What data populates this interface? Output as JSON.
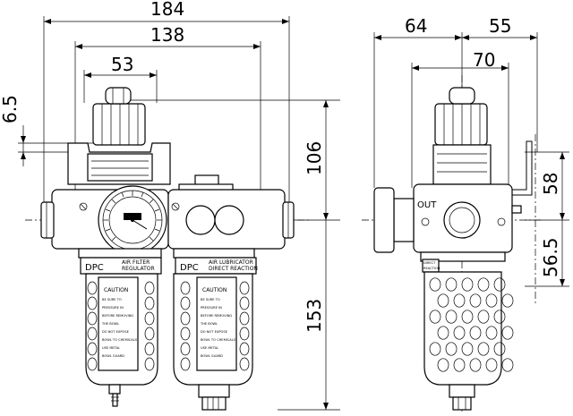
{
  "dimensions": {
    "overall_width": "184",
    "body_width": "138",
    "knob_width": "53",
    "knob_offset": "6.5",
    "upper_height": "106",
    "lower_height": "153",
    "side_depth": "64",
    "side_bracket": "55",
    "side_port_span": "70",
    "side_upper": "58",
    "side_lower": "56.5"
  },
  "labels": {
    "brand_left": "DPC",
    "brand_right": "DPC",
    "left_unit_line1": "AIR   FILTER",
    "left_unit_line2": "REGULATOR",
    "right_unit_line1": "AIR   LUBRICATOR",
    "right_unit_line2": "DIRECT  REACTION",
    "caution_left": "CAUTION",
    "caution_right": "CAUTION",
    "out_port": "OUT",
    "side_plate_line1": "DIRECT",
    "side_plate_line2": "REACTION"
  },
  "caution_text_left": [
    "BE SURE TO",
    "PRESSURE IN",
    "BEFORE REMOVING",
    "THE BOWL",
    "DO NOT EXPOSE",
    "BOWL TO CHEMICALS",
    "USE METAL",
    "BOWL GUARD"
  ],
  "caution_text_right": [
    "BE SURE TO",
    "PRESSURE IN",
    "BEFORE REMOVING",
    "THE BOWL",
    "DO NOT EXPOSE",
    "BOWL TO CHEMICALS",
    "USE METAL",
    "BOWL GUARD"
  ]
}
